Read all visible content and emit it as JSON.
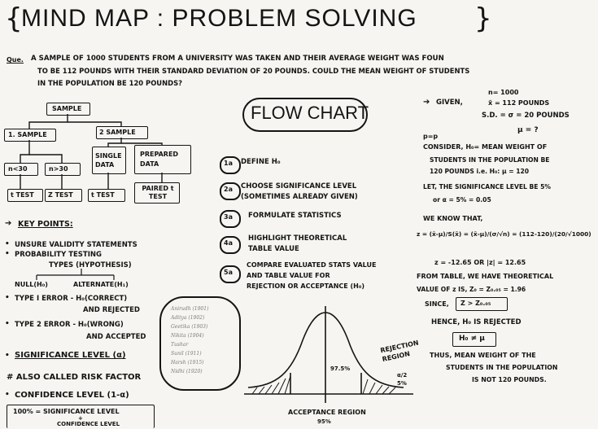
{
  "title": "MIND MAP : PROBLEM SOLVING",
  "question": {
    "prefix": "Que.",
    "line1": "A SAMPLE OF 1000 STUDENTS FROM A UNIVERSITY WAS TAKEN AND THEIR AVERAGE WEIGHT WAS FOUN",
    "line2": "TO BE 112 POUNDS WITH THEIR STANDARD DEVIATION OF 20 POUNDS. COULD THE MEAN WEIGHT OF STUDENTS",
    "line3": "IN THE POPULATION BE 120 POUNDS?"
  },
  "tree": {
    "root": "SAMPLE",
    "left": "1. SAMPLE",
    "right": "2 SAMPLE",
    "n_small": "n<30",
    "n_large": "n>30",
    "t_test": "t TEST",
    "z_test": "Z TEST",
    "t_test2": "t TEST",
    "single": "SINGLE DATA",
    "prepared": "PREPARED DATA",
    "paired": "PAIRED t TEST"
  },
  "flowchart": {
    "title": "FLOW CHART",
    "steps": [
      {
        "num": "1a",
        "text": "DEFINE H₀"
      },
      {
        "num": "2a",
        "text": "CHOOSE SIGNIFICANCE LEVEL",
        "sub": "(SOMETIMES ALREADY GIVEN)"
      },
      {
        "num": "3a",
        "text": "FORMULATE STATISTICS"
      },
      {
        "num": "4a",
        "text": "HIGHLIGHT THEORETICAL",
        "sub": "TABLE VALUE"
      },
      {
        "num": "5a",
        "text": "COMPARE EVALUATED STATS VALUE",
        "sub": "AND TABLE VALUE FOR",
        "sub2": "REJECTION OR ACCEPTANCE (H₀)"
      }
    ]
  },
  "key_points": {
    "heading": "KEY POINTS:",
    "p1": "UNSURE VALIDITY STATEMENTS",
    "p2": "PROBABILITY TESTING",
    "types": "TYPES (HYPOTHESIS)",
    "null": "NULL(H₀)",
    "alternate": "ALTERNATE(H₁)",
    "type1_a": "TYPE I ERROR - H₀(CORRECT)",
    "type1_b": "AND REJECTED",
    "type2_a": "TYPE 2 ERROR - H₀(WRONG)",
    "type2_b": "AND ACCEPTED",
    "sig": "SIGNIFICANCE LEVEL (α)",
    "risk": "# ALSO CALLED RISK FACTOR",
    "conf": "CONFIDENCE LEVEL (1-α)",
    "sum_a": "100% = SIGNIFICANCE LEVEL",
    "sum_plus": "+",
    "sum_b": "CONFIDENCE LEVEL"
  },
  "given": {
    "label": "GIVEN,",
    "n": "n= 1000",
    "xbar": "x̄ = 112 POUNDS",
    "sd": "S.D. = σ = 20 POUNDS",
    "mu": "μ = ?"
  },
  "solution": {
    "pp": "p=p",
    "l1": "CONSIDER, H₀= MEAN WEIGHT OF",
    "l2": "STUDENTS IN THE POPULATION BE",
    "l3": "120 POUNDS i.e. H₀: μ = 120",
    "l4": "LET, THE SIGNIFICANCE LEVEL BE 5%",
    "l5": "or    α = 5% = 0.05",
    "l6": "WE KNOW THAT,",
    "z1": "z = (x̄-μ)/S(x̄) = (x̄-μ)/(σ/√n) = (112-120)/(20/√1000)",
    "z2": "z = -12.65 OR |z| = 12.65",
    "t1": "FROM TABLE, WE HAVE THEORETICAL",
    "t2": "VALUE OF z IS, Z₀ = Z₀.₀₅ = 1.96",
    "since": "SINCE,",
    "since_box": "Z > Z₀.₀₅",
    "hence": "HENCE, H₀ IS REJECTED",
    "h_box": "H₀ ≠ μ",
    "c1": "THUS, MEAN WEIGHT OF THE",
    "c2": "STUDENTS IN THE POPULATION",
    "c3": "IS NOT 120 POUNDS."
  },
  "curve": {
    "rejection": "REJECTION REGION",
    "center": "97.5%",
    "tail": "α/2 5%",
    "accept": "ACCEPTANCE REGION",
    "accept_pct": "95%"
  },
  "cloud_names": [
    "Anirudh (1901)",
    "Aditya (1902)",
    "Geetika (1903)",
    "Nikita (1904)",
    "Tushar",
    "Sunil (1911)",
    "Harsh (1915)",
    "Nidhi (1920)"
  ]
}
